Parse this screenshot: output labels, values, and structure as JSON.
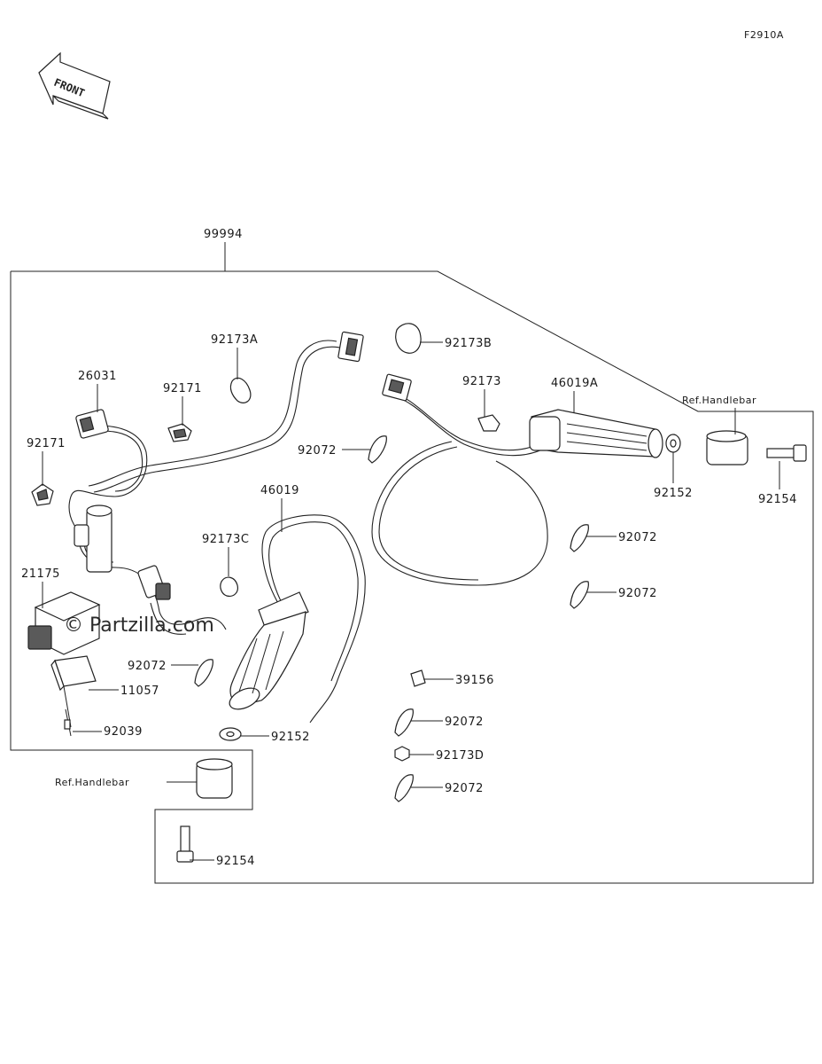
{
  "figure_code": "F2910A",
  "front_label": "FRONT",
  "watermark": "© Partzilla.com",
  "assembly_label": "99994",
  "parts": {
    "p26031": "26031",
    "p92171_a": "92171",
    "p92171_b": "92171",
    "p92173A": "92173A",
    "p92173B": "92173B",
    "p92173": "92173",
    "p46019A": "46019A",
    "p92072_a": "92072",
    "p46019": "46019",
    "p92173C": "92173C",
    "p21175": "21175",
    "p92072_b": "92072",
    "p11057": "11057",
    "p92039": "92039",
    "p92152_a": "92152",
    "p92152_b": "92152",
    "p92154_a": "92154",
    "p92154_b": "92154",
    "p92072_c": "92072",
    "p92072_d": "92072",
    "p39156": "39156",
    "p92072_e": "92072",
    "p92173D": "92173D",
    "p92072_f": "92072"
  },
  "ref_labels": {
    "right": "Ref.Handlebar",
    "left": "Ref.Handlebar"
  }
}
